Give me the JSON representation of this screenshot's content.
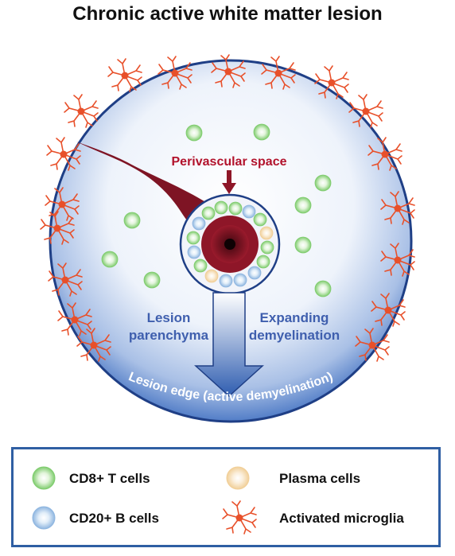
{
  "title": "Chronic active white matter lesion",
  "labels": {
    "perivascular": "Perivascular space",
    "parenchyma_line1": "Lesion",
    "parenchyma_line2": "parenchyma",
    "expanding_line1": "Expanding",
    "expanding_line2": "demyelination",
    "edge": "Lesion edge (active demyelination)"
  },
  "legend": {
    "cd8": "CD8+ T cells",
    "cd20": "CD20+ B cells",
    "plasma": "Plasma cells",
    "microglia": "Activated microglia"
  },
  "colors": {
    "outline": "#1f3f86",
    "lesion_blue": "#3e6ec0",
    "vessel": "#7e1424",
    "label_red": "#b2122b",
    "label_blue": "#3f5fae",
    "microglia": "#e8502a",
    "legend_border": "#2f5fa3",
    "cd8": "#7fcc6e",
    "cd20": "#8fb6e0",
    "plasma": "#f1cf98"
  }
}
